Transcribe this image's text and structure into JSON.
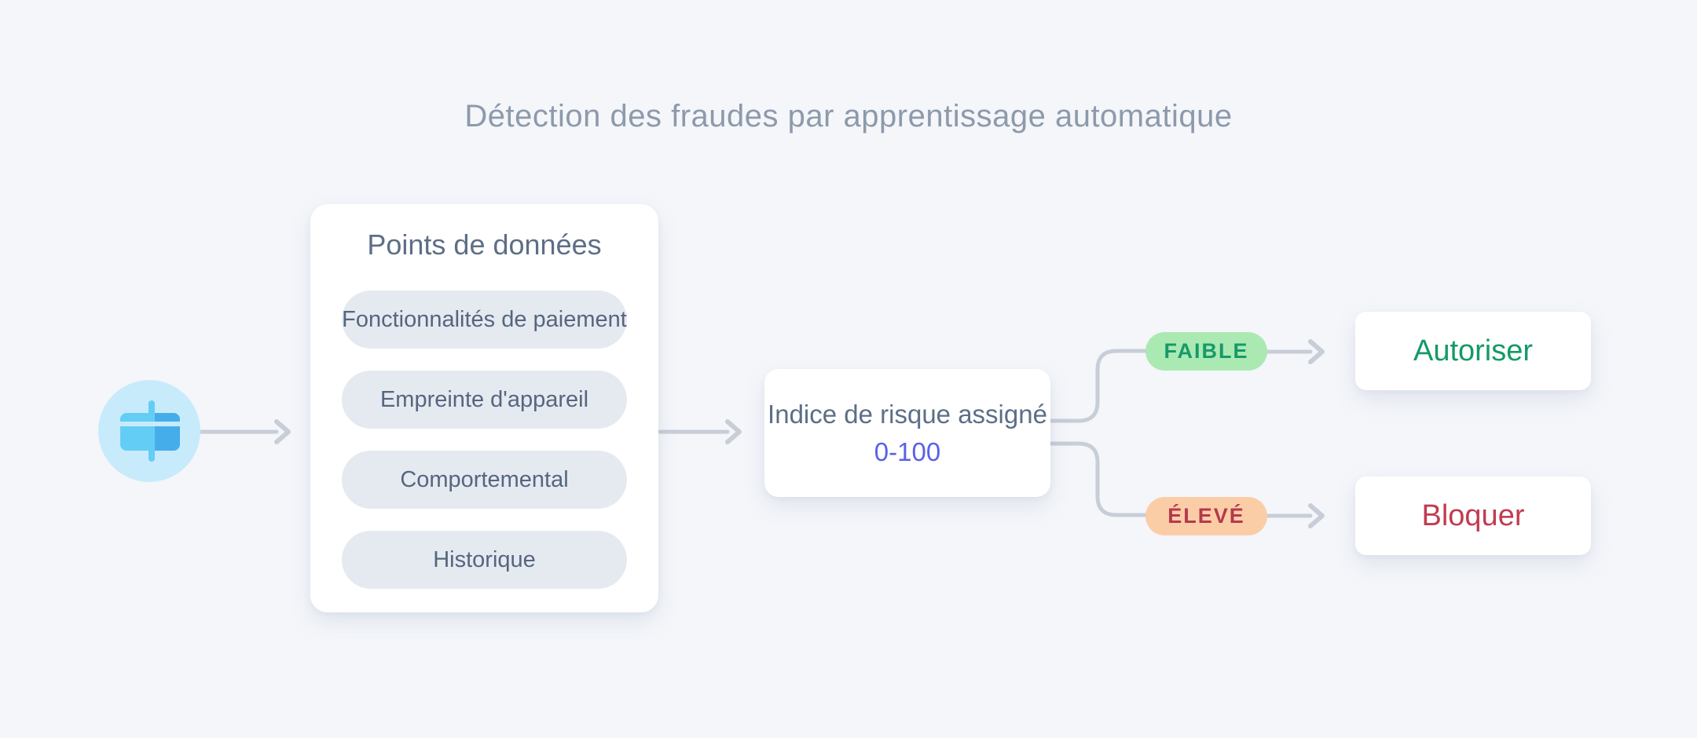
{
  "title": "Détection des fraudes par apprentissage automatique",
  "source": {
    "icon": "credit-card-icon"
  },
  "points_card": {
    "title": "Points de données",
    "items": [
      "Fonctionnalités de paiement",
      "Empreinte d'appareil",
      "Comportemental",
      "Historique"
    ]
  },
  "risk_card": {
    "title": "Indice de risque assigné",
    "range": "0-100"
  },
  "branches": {
    "low": {
      "label": "FAIBLE",
      "action": "Autoriser"
    },
    "high": {
      "label": "ÉLEVÉ",
      "action": "Bloquer"
    }
  },
  "colors": {
    "background": "#f4f6fa",
    "title_text": "#8d9aab",
    "card_bg": "#ffffff",
    "heading_text": "#5d6e86",
    "pill_bg": "#e5eaf1",
    "pill_text": "#55667e",
    "range_text": "#5a61e6",
    "low_badge_bg": "#abe9b3",
    "low_badge_text": "#169a68",
    "high_badge_bg": "#fbcda7",
    "high_badge_text": "#b5394d",
    "allow_text": "#149a67",
    "block_text": "#c23b50",
    "connector": "#c7ced8",
    "icon_circle": "#c8ebfb",
    "icon_card_light": "#64cdf6",
    "icon_card_dark": "#45aeea"
  }
}
